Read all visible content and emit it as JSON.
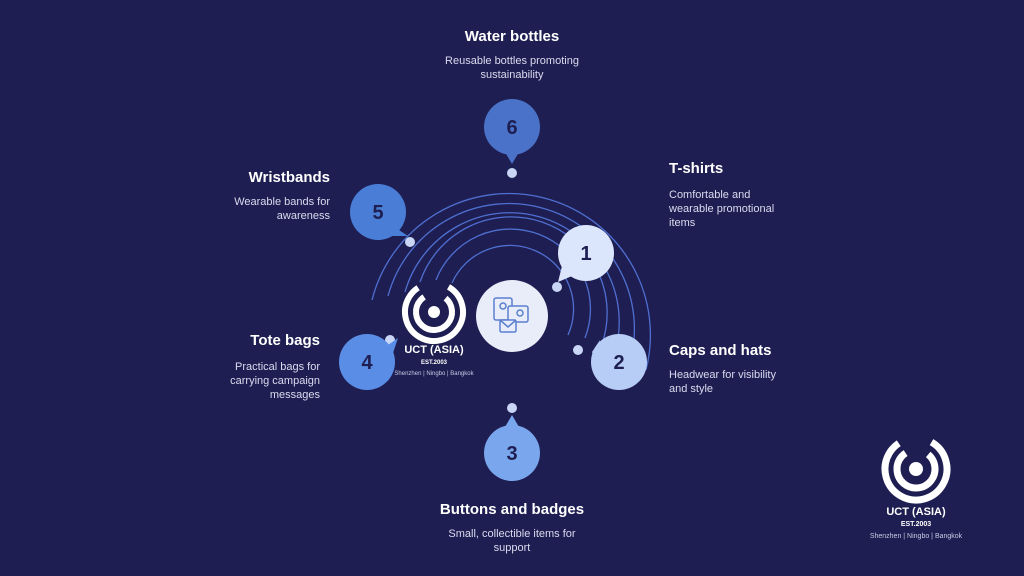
{
  "colors": {
    "background": "#1e1e52",
    "ring": "#4f6fd0",
    "bubble_light": "#dbe5fb",
    "bubble_mid": "#9dbcf2",
    "bubble_strong": "#5a8ee6",
    "bubble_deep": "#4a72c8",
    "text": "#ffffff"
  },
  "center_icon": "promotional-items-icon",
  "items": [
    {
      "number": "1",
      "title": "T-shirts",
      "description": "Comfortable and wearable promotional items"
    },
    {
      "number": "2",
      "title": "Caps and hats",
      "description": "Headwear for visibility and style"
    },
    {
      "number": "3",
      "title": "Buttons and badges",
      "description": "Small, collectible items for support"
    },
    {
      "number": "4",
      "title": "Tote bags",
      "description": "Practical bags for carrying campaign messages"
    },
    {
      "number": "5",
      "title": "Wristbands",
      "description": "Wearable bands for awareness"
    },
    {
      "number": "6",
      "title": "Water bottles",
      "description": "Reusable bottles promoting sustainability"
    }
  ],
  "logo_center": {
    "name": "UCT (ASIA)",
    "est": "EST.2003",
    "locations": "Shenzhen | Ningbo | Bangkok"
  },
  "logo_corner": {
    "name": "UCT (ASIA)",
    "est": "EST.2003",
    "locations": "Shenzhen | Ningbo | Bangkok"
  }
}
